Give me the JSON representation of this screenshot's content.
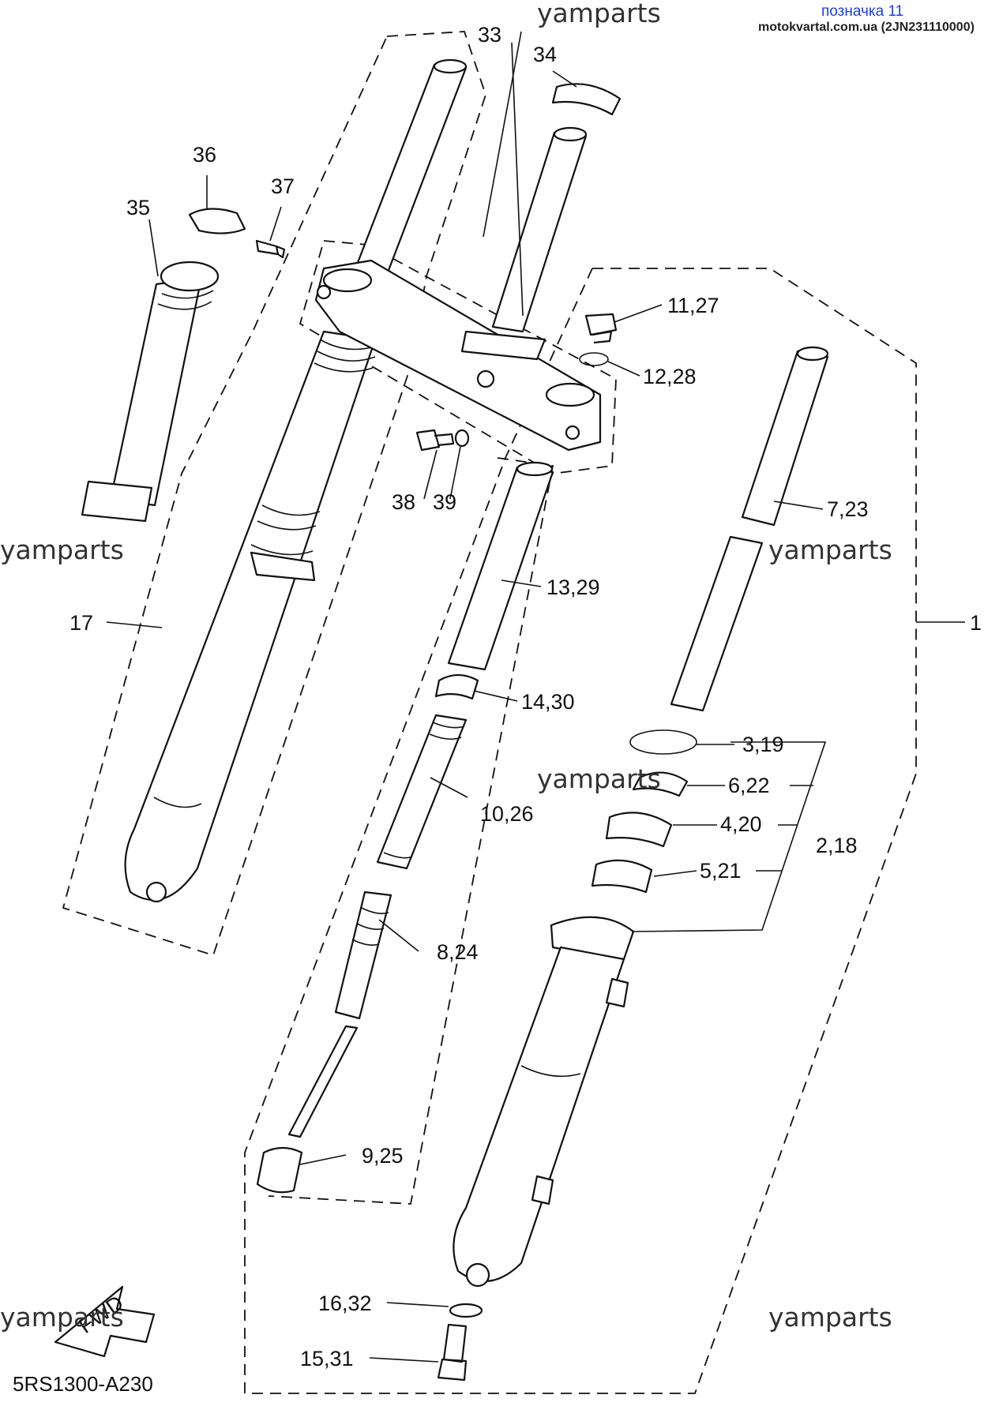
{
  "header": {
    "marker": "позначка 11",
    "source": "motokvartal.com.ua (2JN231110000)"
  },
  "watermarks": [
    "yamparts",
    "yamparts",
    "yamparts",
    "yamparts",
    "yamparts",
    "yamparts"
  ],
  "diagram_code": "5RS1300-A230",
  "fwd_label": "FWD",
  "labels": {
    "p1": "1",
    "p2_18": "2,18",
    "p3_19": "3,19",
    "p4_20": "4,20",
    "p5_21": "5,21",
    "p6_22": "6,22",
    "p7_23": "7,23",
    "p8_24": "8,24",
    "p9_25": "9,25",
    "p10_26": "10,26",
    "p11_27": "11,27",
    "p12_28": "12,28",
    "p13_29": "13,29",
    "p14_30": "14,30",
    "p15_31": "15,31",
    "p16_32": "16,32",
    "p17": "17",
    "p33": "33",
    "p34": "34",
    "p35": "35",
    "p36": "36",
    "p37": "37",
    "p38": "38",
    "p39": "39"
  }
}
